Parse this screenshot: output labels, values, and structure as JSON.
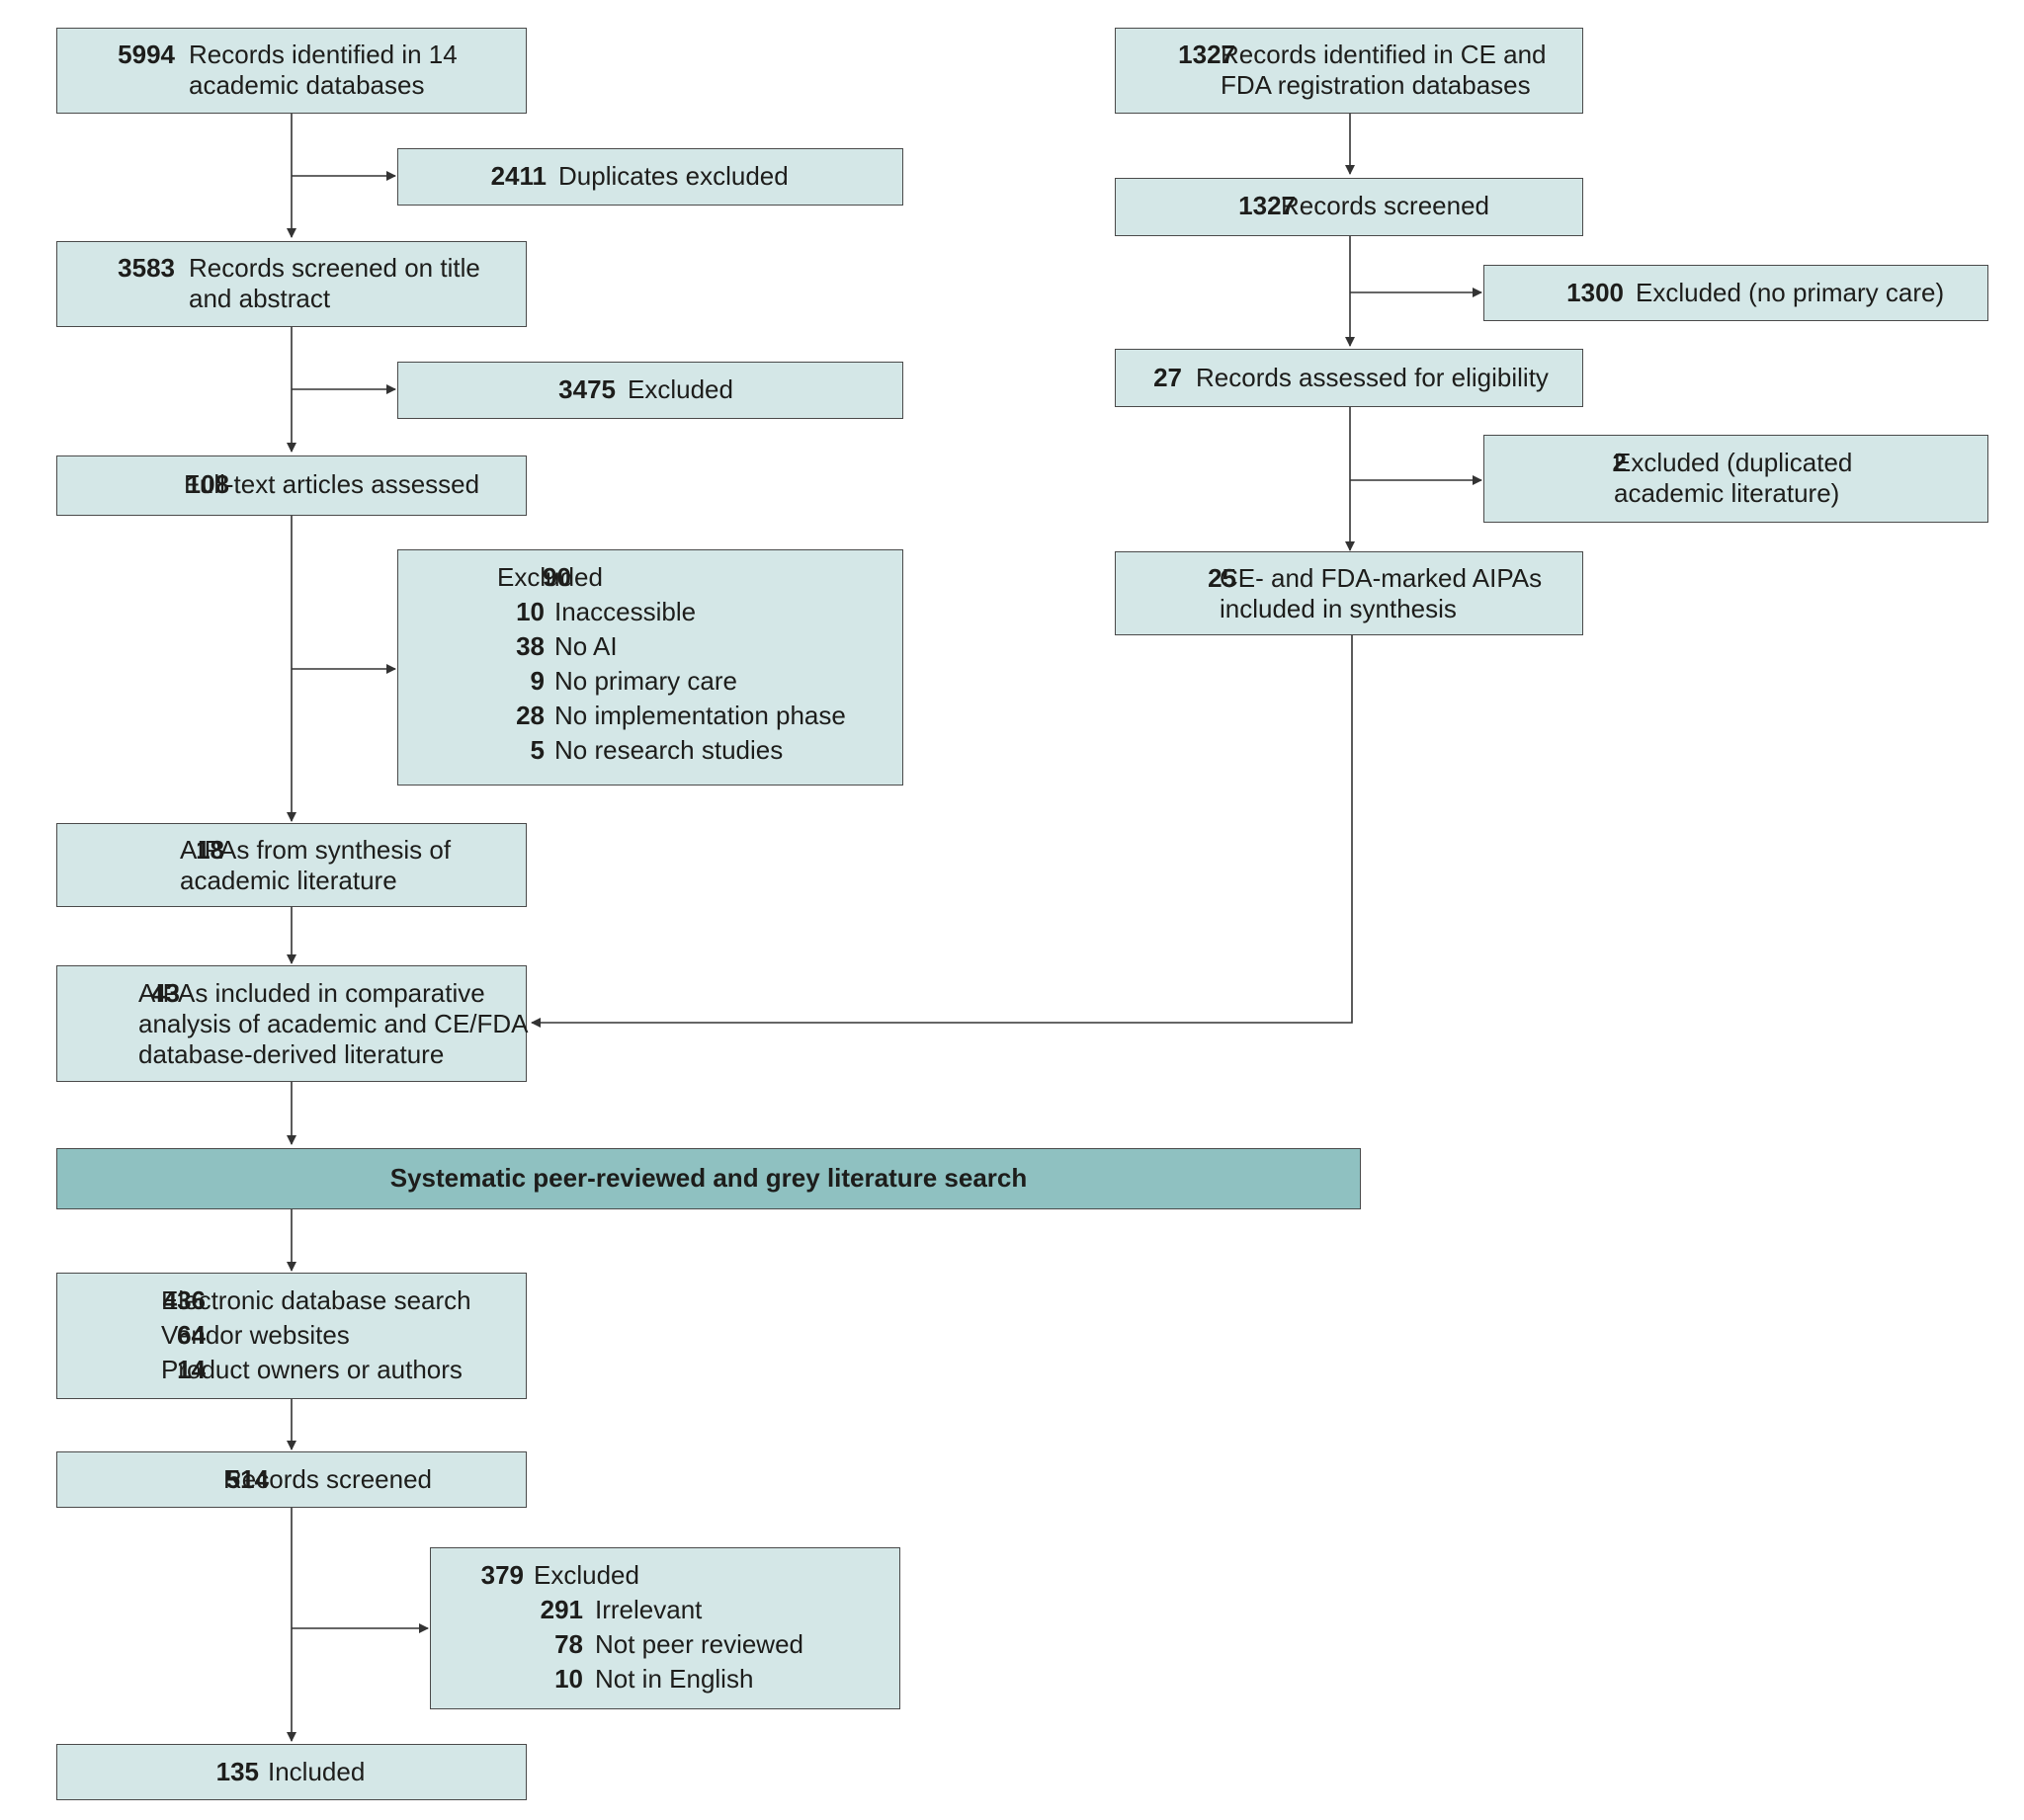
{
  "academic": {
    "identified": {
      "count": "5994",
      "lines": [
        "Records identified in 14",
        "academic databases"
      ]
    },
    "duplicates": {
      "count": "2411",
      "lines": [
        "Duplicates excluded"
      ]
    },
    "screened": {
      "count": "3583",
      "lines": [
        "Records screened on title",
        "and abstract"
      ]
    },
    "excluded": {
      "count": "3475",
      "lines": [
        "Excluded"
      ]
    },
    "fulltext": {
      "count": "108",
      "lines": [
        "Full-text articles assessed"
      ]
    },
    "fulltext_excluded": {
      "count": "90",
      "label": "Excluded",
      "items": [
        {
          "count": "10",
          "label": "Inaccessible"
        },
        {
          "count": "38",
          "label": "No AI"
        },
        {
          "count": "9",
          "label": "No primary care"
        },
        {
          "count": "28",
          "label": "No implementation phase"
        },
        {
          "count": "5",
          "label": "No research studies"
        }
      ]
    },
    "synthesis": {
      "count": "18",
      "lines": [
        "AIPAs from synthesis of",
        "academic literature"
      ]
    }
  },
  "registry": {
    "identified": {
      "count": "1327",
      "lines": [
        "Records identified in CE and",
        "FDA registration databases"
      ]
    },
    "screened": {
      "count": "1327",
      "lines": [
        "Records screened"
      ]
    },
    "excluded_no_primary": {
      "count": "1300",
      "lines": [
        "Excluded (no primary care)"
      ]
    },
    "eligibility": {
      "count": "27",
      "lines": [
        "Records assessed for eligibility"
      ]
    },
    "excluded_duplicated": {
      "count": "2",
      "lines": [
        "Excluded (duplicated",
        "academic literature)"
      ]
    },
    "included": {
      "count": "25",
      "lines": [
        "CE- and FDA-marked AIPAs",
        "included in synthesis"
      ]
    }
  },
  "comparative": {
    "count": "43",
    "lines": [
      "AIPAs included in comparative",
      "analysis of academic and CE/FDA",
      "database-derived literature"
    ]
  },
  "search_banner": "Systematic peer-reviewed and grey literature search",
  "search": {
    "sources": [
      {
        "count": "436",
        "label": "Electronic database search"
      },
      {
        "count": "64",
        "label": "Vendor websites"
      },
      {
        "count": "14",
        "label": "Product owners or authors"
      }
    ],
    "screened": {
      "count": "514",
      "lines": [
        "Records screened"
      ]
    },
    "excluded": {
      "count": "379",
      "label": "Excluded",
      "items": [
        {
          "count": "291",
          "label": "Irrelevant"
        },
        {
          "count": "78",
          "label": "Not peer reviewed"
        },
        {
          "count": "10",
          "label": "Not in English"
        }
      ]
    },
    "included": {
      "count": "135",
      "lines": [
        "Included"
      ]
    }
  },
  "colors": {
    "box_fill": "#d4e7e7",
    "banner_fill": "#8fc1c1",
    "border": "#4a4a4a",
    "line": "#333333"
  }
}
